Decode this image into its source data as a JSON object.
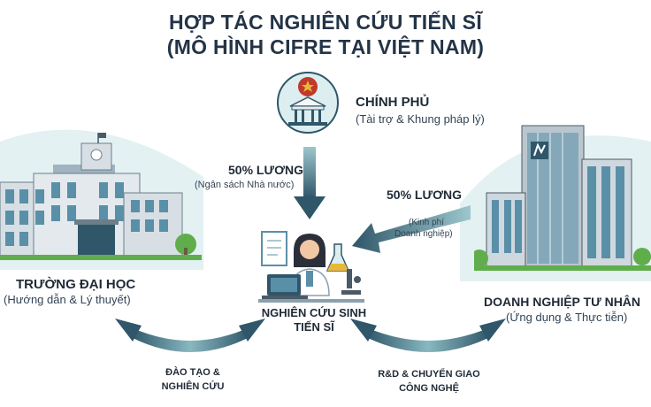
{
  "title": {
    "line1": "HỢP TÁC NGHIÊN CỨU TIẾN SĨ",
    "line2": "(MÔ HÌNH CIFRE TẠI VIỆT NAM)"
  },
  "government": {
    "name": "CHÍNH PHỦ",
    "role": "(Tài trợ & Khung pháp lý)"
  },
  "university": {
    "name": "TRƯỜNG ĐẠI HỌC",
    "role": "(Hướng dẫn & Lý thuyết)"
  },
  "enterprise": {
    "name": "DOANH NGHIỆP TƯ NHÂN",
    "role": "(Ứng dụng & Thực tiễn)"
  },
  "researcher": {
    "line1": "NGHIÊN CỨU SINH",
    "line2": "TIẾN SĨ"
  },
  "flows": {
    "gov_salary": {
      "amount": "50% LƯƠNG",
      "source": "(Ngân sách Nhà nước)"
    },
    "biz_salary": {
      "amount": "50% LƯƠNG",
      "source_line1": "(Kinh phí",
      "source_line2": "Doanh nghiệp)"
    },
    "uni_link": {
      "line1": "ĐÀO TẠO &",
      "line2": "NGHIÊN CỨU"
    },
    "biz_link": {
      "line1": "R&D & CHUYỂN GIAO",
      "line2": "CÔNG NGHỆ"
    }
  },
  "colors": {
    "arrow_dark": "#2f5669",
    "arrow_light": "#88b8c0",
    "accent_red": "#c0392b",
    "gold": "#e8b83a",
    "sky": "#dceef0",
    "glass": "#5a8fa8",
    "building": "#cfd8de",
    "tree": "#5fae4b"
  },
  "icons": [
    "national-emblem-icon",
    "government-building-icon",
    "university-building-icon",
    "skyscraper-icon",
    "researcher-icon",
    "laptop-icon",
    "flask-icon",
    "microscope-icon",
    "tree-icon"
  ]
}
